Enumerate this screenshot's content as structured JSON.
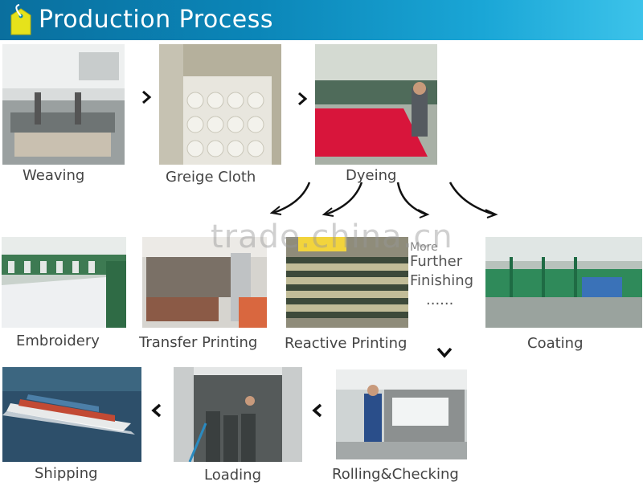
{
  "header": {
    "title": "Production Process",
    "icon": "tag-icon"
  },
  "steps": {
    "weaving": "Weaving",
    "greige": "Greige Cloth",
    "dyeing": "Dyeing",
    "embroidery": "Embroidery",
    "transfer": "Transfer Printing",
    "reactive": "Reactive Printing",
    "coating": "Coating",
    "rolling": "Rolling&Checking",
    "loading": "Loading",
    "shipping": "Shipping"
  },
  "finishing": {
    "line1": "More",
    "line2": "Further",
    "line3": "Finishing",
    "line4": "......"
  },
  "watermark": "trade.china.cn",
  "colors": {
    "header_start": "#0a6f9e",
    "header_end": "#3cc3ea",
    "label": "#444444",
    "arrow": "#111111"
  }
}
